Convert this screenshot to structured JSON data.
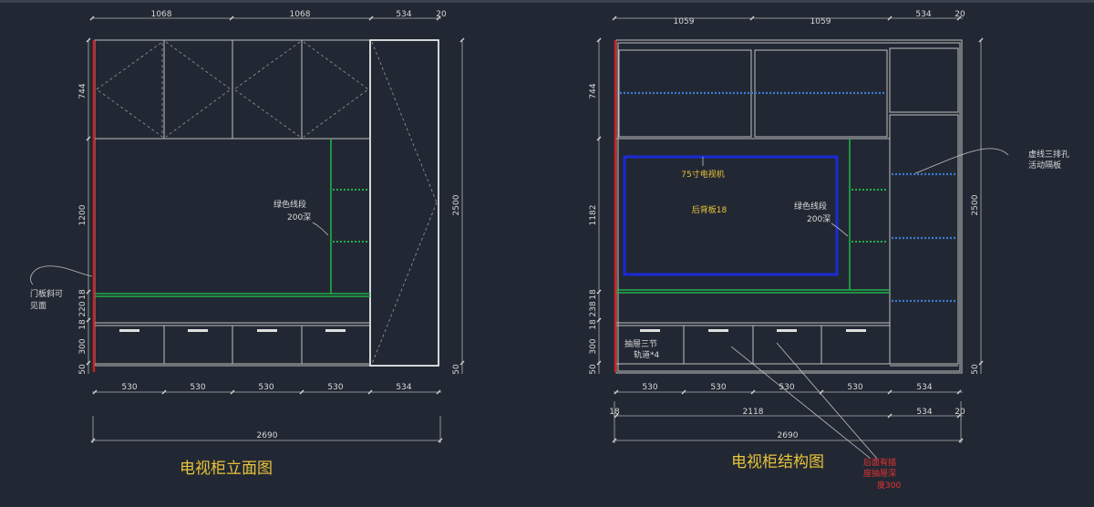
{
  "left": {
    "title": "电视柜立面图",
    "top_dims": [
      "1068",
      "1068",
      "534",
      "20"
    ],
    "left_dims": [
      "744",
      "1200",
      "18",
      "220",
      "18",
      "300",
      "50"
    ],
    "right_dims": [
      "2500",
      "50"
    ],
    "bottom_dims": [
      "530",
      "530",
      "530",
      "530",
      "534"
    ],
    "total": "2690",
    "note_door": [
      "门板斜可",
      "见面"
    ],
    "note_green": [
      "绿色线段",
      "200深"
    ]
  },
  "right": {
    "title": "电视柜结构图",
    "top_dims": [
      "1059",
      "1059",
      "534",
      "20"
    ],
    "left_dims": [
      "744",
      "1182",
      "18",
      "238",
      "18",
      "300",
      "50"
    ],
    "right_dims": [
      "2500",
      "50"
    ],
    "bottom_dims1": [
      "530",
      "530",
      "530",
      "530",
      "534"
    ],
    "bottom_dims2": [
      "18",
      "2118",
      "534",
      "20"
    ],
    "total": "2690",
    "note_tv": "75寸电视机",
    "note_back": "后背板18",
    "note_green": [
      "绿色线段",
      "200深"
    ],
    "note_holes": [
      "虚线三排孔",
      "活动隔板"
    ],
    "note_drawer": [
      "抽屉三节",
      "轨道*4"
    ],
    "note_red": [
      "后面有插",
      "座抽屉深",
      "度300"
    ]
  },
  "colors": {
    "background": "#222833",
    "frame": "#bfbfbf",
    "green_line": "#21b04a",
    "red_line": "#d42020",
    "blue_frame": "#1a2ad8",
    "blue_dash": "#3a7bd8",
    "title": "#e8c43a",
    "tv_note": "#e8c43a",
    "red_note": "#e83030"
  }
}
